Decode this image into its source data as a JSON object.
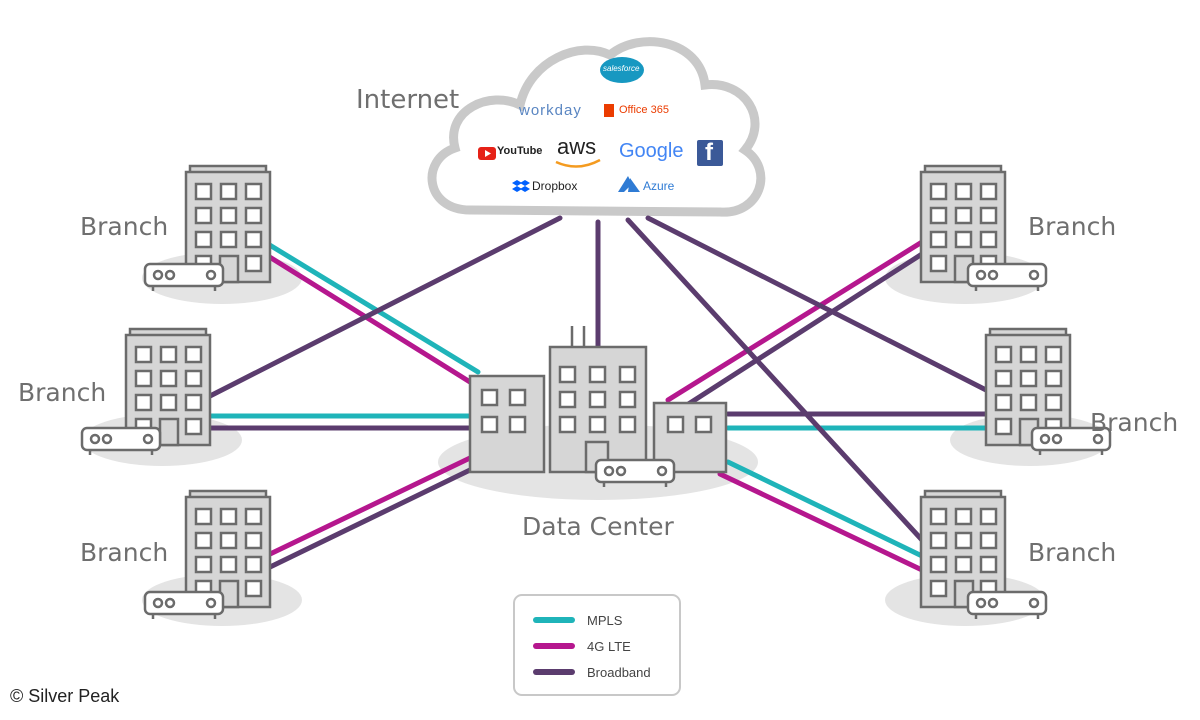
{
  "labels": {
    "internet": "Internet",
    "data_center": "Data Center",
    "branches": [
      "Branch",
      "Branch",
      "Branch",
      "Branch",
      "Branch",
      "Branch"
    ]
  },
  "cloud_services": [
    {
      "name": "salesforce",
      "text": "salesforce"
    },
    {
      "name": "workday",
      "text": "workday"
    },
    {
      "name": "office365",
      "text": "Office 365"
    },
    {
      "name": "youtube",
      "text": "YouTube"
    },
    {
      "name": "aws",
      "text": "aws"
    },
    {
      "name": "google",
      "text": "Google"
    },
    {
      "name": "facebook",
      "text": "f"
    },
    {
      "name": "dropbox",
      "text": "Dropbox"
    },
    {
      "name": "azure",
      "text": "Azure"
    }
  ],
  "legend": [
    {
      "name": "mpls",
      "label": "MPLS",
      "color": "#1fb4b9"
    },
    {
      "name": "4g-lte",
      "label": "4G LTE",
      "color": "#b5178e"
    },
    {
      "name": "broadband",
      "label": "Broadband",
      "color": "#5b3c6e"
    }
  ],
  "colors": {
    "mpls": "#1fb4b9",
    "lte": "#b5178e",
    "broadband": "#5b3c6e",
    "building_fill": "#d6d6d6",
    "building_stroke": "#6b6b6b",
    "shadow": "#e4e4e4",
    "cloud_stroke": "#c9c9c9"
  },
  "credit": "© Silver Peak"
}
